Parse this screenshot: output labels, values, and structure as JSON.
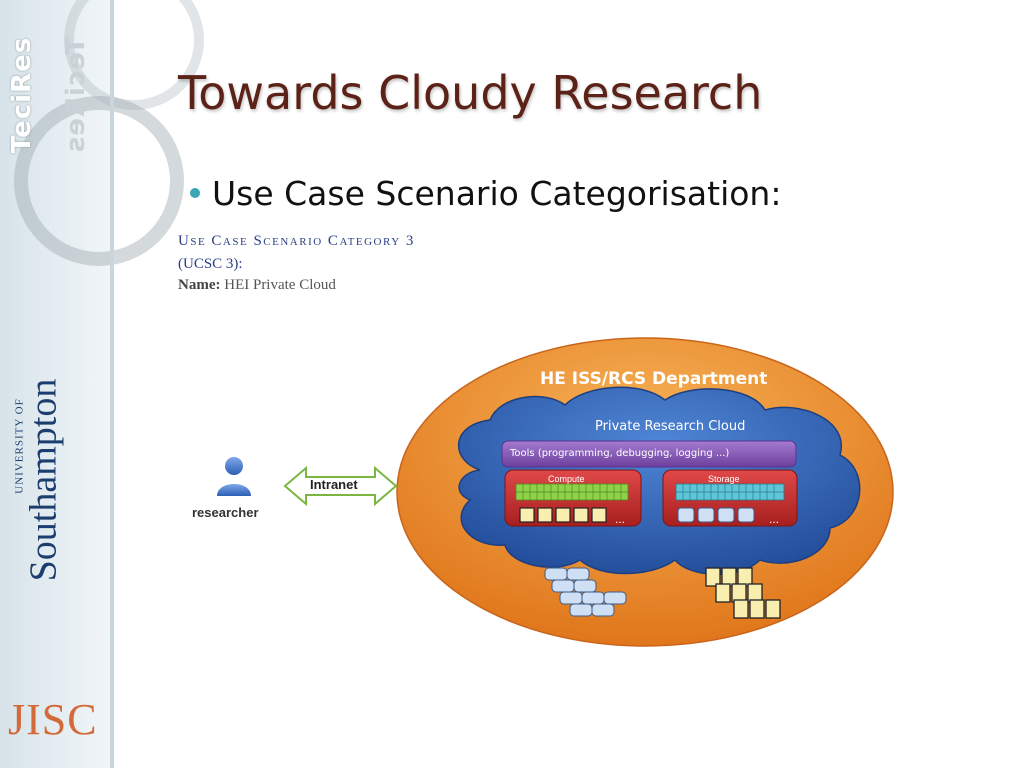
{
  "sidebar": {
    "brand_top": "TeciRes",
    "university_small": "UNIVERSITY OF",
    "university_big": "Southampton",
    "funder": "JISC"
  },
  "slide": {
    "title": "Towards Cloudy Research",
    "bullet": "Use Case Scenario Categorisation:",
    "category_heading": "Use Case Scenario Category 3",
    "category_code": "(UCSC 3):",
    "name_label": "Name:",
    "name_value": "HEI Private Cloud"
  },
  "diagram": {
    "actor": "researcher",
    "link": "Intranet",
    "department": "HE ISS/RCS Department",
    "cloud": "Private Research Cloud",
    "tools": "Tools (programming, debugging, logging ...)",
    "compute": "Compute",
    "storage": "Storage",
    "ellipsis": "...",
    "colors": {
      "department": "#ee8a2a",
      "cloud": "#2f63b3",
      "tools_bar": "#8a5bb8",
      "resource_box": "#c93030",
      "compute_grid": "#8fd24a",
      "storage_grid": "#5fc6d8"
    }
  }
}
